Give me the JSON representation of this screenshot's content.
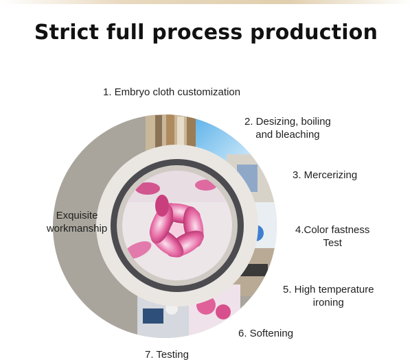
{
  "title": "Strict full process production",
  "center_label": {
    "line1": "Exquisite",
    "line2": "workmanship"
  },
  "steps": [
    {
      "line1": "1. Embryo cloth customization"
    },
    {
      "line1": "2. Desizing, boiling",
      "line2": "and bleaching"
    },
    {
      "line1": "3. Mercerizing"
    },
    {
      "line1": "4.Color fastness",
      "line2": "Test"
    },
    {
      "line1": "5. High temperature",
      "line2": "ironing"
    },
    {
      "line1": "6. Softening"
    },
    {
      "line1": "7. Testing"
    }
  ],
  "colors": {
    "ring_gray": "#a9a59c",
    "inner_ring": "#eae7e2",
    "dark_ring": "#4b4b50",
    "flower_pink": "#e0609a"
  }
}
